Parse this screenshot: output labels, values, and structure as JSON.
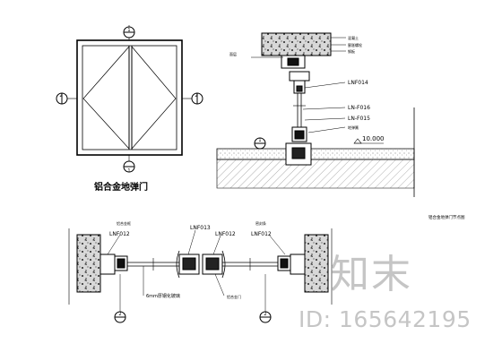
{
  "door_elevation": {
    "title": "铝合金地弹门",
    "section_marks": [
      "1",
      "1",
      "2",
      "2"
    ]
  },
  "vertical_section": {
    "labels": [
      "LNF014",
      "LN-F016",
      "LN-F015"
    ],
    "dimension": "10.000",
    "title": "铝合金地弹门节点图",
    "section_mark": "1",
    "small_notes": [
      "混凝土",
      "膨胀螺栓",
      "钢板",
      "地弹簧",
      "面层"
    ]
  },
  "horizontal_section": {
    "labels": [
      "LNF012",
      "LNF013",
      "LNF012",
      "LNF012"
    ],
    "glass_note": "6mm厚钢化玻璃",
    "small_notes": [
      "铝合金框",
      "铝合金门",
      "密封条"
    ],
    "section_mark": "2"
  },
  "watermark": {
    "logo": "知末",
    "id": "ID: 165642195"
  }
}
